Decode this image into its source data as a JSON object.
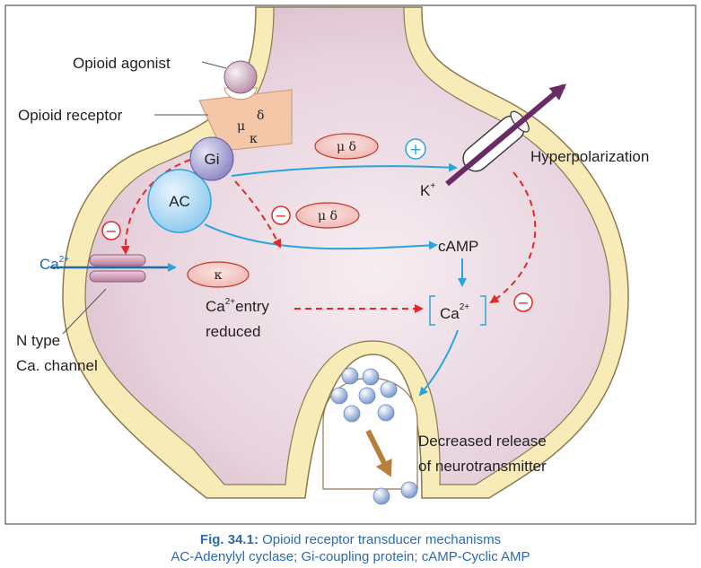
{
  "labels": {
    "opioid_agonist": "Opioid agonist",
    "opioid_receptor": "Opioid receptor",
    "receptor_mu": "μ",
    "receptor_delta": "δ",
    "receptor_kappa": "κ",
    "gi": "Gi",
    "ac": "AC",
    "calcium_ion": "Ca",
    "calcium_charge": "2+",
    "n_type_line1": "N type",
    "n_type_line2": "Ca. channel",
    "mu_delta_top": "μ δ",
    "mu_delta_middle": "μ δ",
    "kappa_box": "κ",
    "plus_sign": "+",
    "minus_sign": "−",
    "potassium": "K",
    "potassium_charge": "+",
    "hyperpolarization": "Hyperpolarization",
    "camp": "cAMP",
    "ca_entry": "Ca",
    "ca_entry_charge": "2+",
    "ca_entry_word": "entry",
    "ca_entry_line2": "reduced",
    "ca_intracellular": "Ca",
    "ca_intracellular_charge": "2+",
    "decreased_line1": "Decreased release",
    "decreased_line2": "of neurotransmitter"
  },
  "caption": {
    "title": "Fig. 34.1:",
    "title_rest": "Opioid receptor transducer mechanisms",
    "line2": "AC-Adenylyl cyclase; Gi-coupling protein; cAMP-Cyclic AMP"
  },
  "colors": {
    "membrane": "#f7ebb8",
    "membrane_edge": "#8d7850",
    "cytoplasm": "#e7d2dd",
    "blue_arrow": "#2aa4dc",
    "red_dashed": "#e02a2a",
    "purple_arrow": "#6a2a66",
    "caption": "#2a6bb4"
  },
  "icons": {
    "inhibition": "minus-circle-icon",
    "stimulation": "plus-circle-icon"
  }
}
